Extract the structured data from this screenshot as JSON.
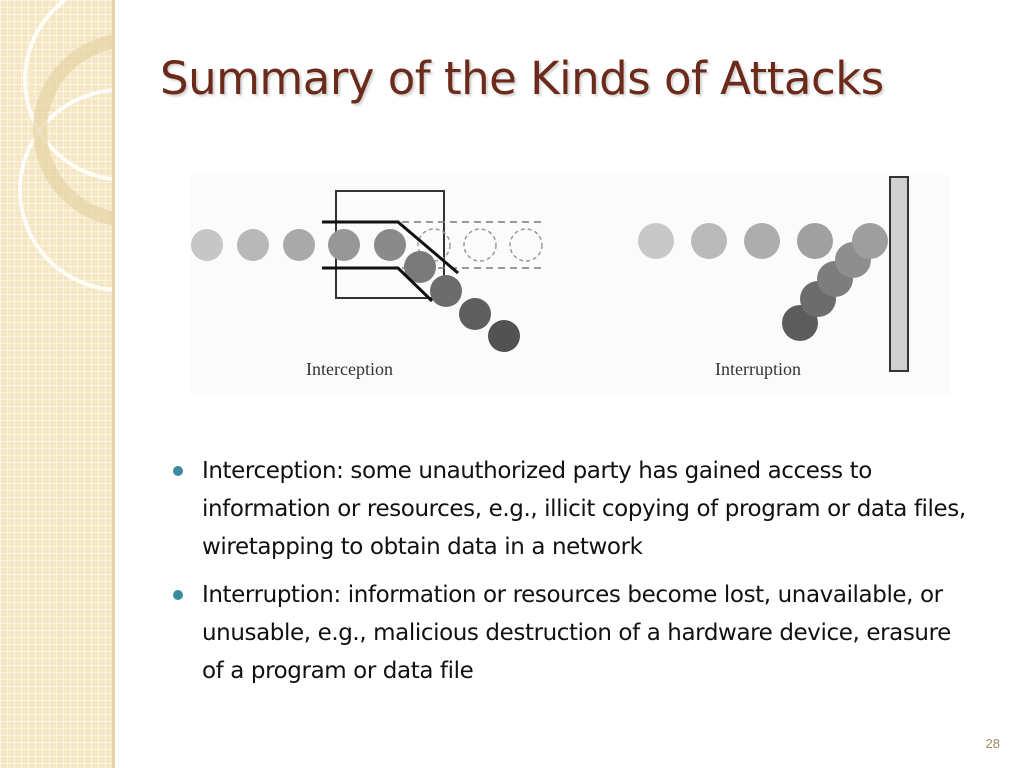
{
  "slide": {
    "title": "Summary of the Kinds of Attacks",
    "page_number": "28"
  },
  "figure": {
    "left_label": "Interception",
    "right_label": "Interruption"
  },
  "bullets": [
    {
      "text": "Interception: some unauthorized party has gained access to information or resources, e.g., illicit copying of program or data files, wiretapping to obtain data in a network"
    },
    {
      "text": "Interruption: information or resources become lost, unavailable, or unusable, e.g., malicious destruction of a hardware device, erasure of a program or data file"
    }
  ],
  "colors": {
    "title": "#6b2a1a",
    "bullet": "#3a8aa0",
    "band": "#f5e6c4"
  }
}
